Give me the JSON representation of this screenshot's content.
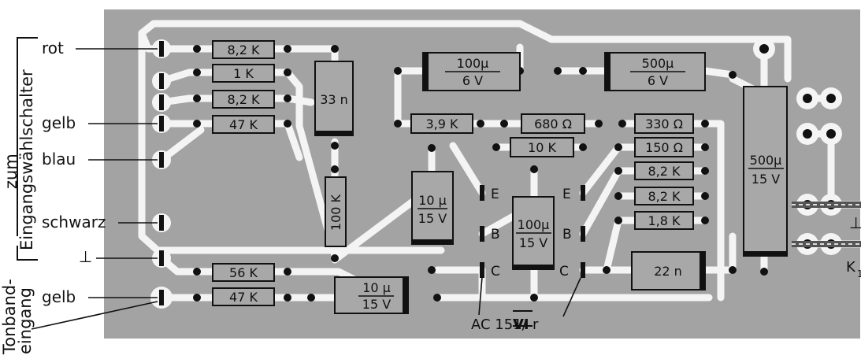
{
  "side_labels": {
    "zum": "zum",
    "eingangswahlschalter": "Eingangswählschalter",
    "tonband": "Tonband-",
    "eingang": "eingang"
  },
  "wires": {
    "rot": "rot",
    "gelb_top": "gelb",
    "blau": "blau",
    "schwarz": "schwarz",
    "ground": "⊥",
    "gelb_bottom": "gelb"
  },
  "components": {
    "r_8k2_a": "8,2 K",
    "r_1k": "1 K",
    "r_8k2_b": "8,2 K",
    "r_47k_a": "47 K",
    "c_33n": "33 n",
    "r_100k": "100 K",
    "c_100u_6v_val": "100µ",
    "c_100u_6v_v": "6 V",
    "c_500u_6v_val": "500µ",
    "c_500u_6v_v": "6 V",
    "r_3k9": "3,9 K",
    "r_680": "680 Ω",
    "r_330": "330 Ω",
    "r_10k": "10 K",
    "r_150": "150 Ω",
    "r_8k2_c": "8,2 K",
    "r_8k2_d": "8,2 K",
    "r_1k8": "1,8 K",
    "c_10u_15v_a_val": "10 µ",
    "c_10u_15v_a_v": "15 V",
    "c_100u_15v_val": "100µ",
    "c_100u_15v_v": "15 V",
    "c_500u_15v_val": "500µ",
    "c_500u_15v_v": "15 V",
    "c_22n": "22 n",
    "r_56k": "56 K",
    "r_47k_b": "47 K",
    "c_10u_15v_b_val": "10 µ",
    "c_10u_15v_b_v": "15 V"
  },
  "transistor_pins": {
    "t1_e": "E",
    "t1_b": "B",
    "t1_c": "C",
    "t2_e": "E",
    "t2_b": "B",
    "t2_c": "C"
  },
  "transistor_label": {
    "prefix": "AC 151/",
    "roman": "VI",
    "suffix": " r"
  },
  "edge_label": {
    "ground": "⊥",
    "k": "K",
    "k_sub": "1"
  },
  "colors": {
    "board": "#a3a3a3",
    "copper": "#f4f4f4",
    "component_body": "#a8a8a8",
    "ink": "#111111"
  }
}
